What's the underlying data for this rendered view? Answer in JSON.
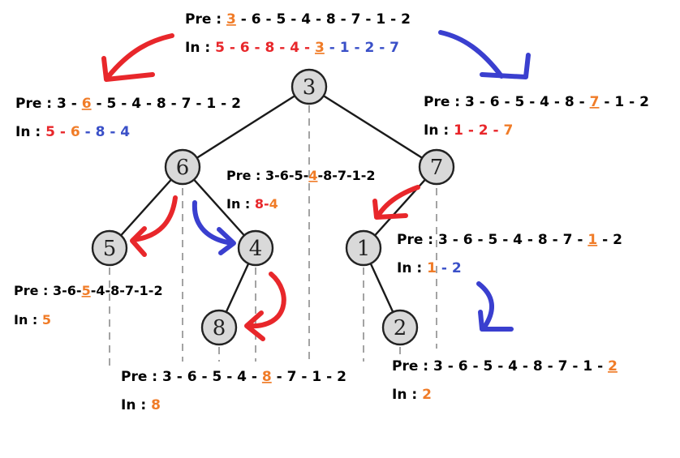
{
  "colors": {
    "highlight": "#f07c28",
    "left_subtree": "#e8272b",
    "right_subtree": "#3a50c8",
    "node_fill": "#d9d9d9",
    "text": "#000000"
  },
  "nodes": [
    "3",
    "6",
    "7",
    "5",
    "4",
    "1",
    "8",
    "2"
  ],
  "annotations": {
    "root": {
      "pre_prefix": "Pre : ",
      "pre_highlight": "3",
      "pre_rest": " - 6 - 5 - 4 - 8 - 7 - 1 - 2",
      "in_prefix": "In : ",
      "in_left": "5 - 6 - 8 - 4",
      "in_sep1": " - ",
      "in_root": "3",
      "in_sep2": " - ",
      "in_right": "1 - 2 - 7"
    },
    "n6": {
      "pre_before": "Pre : 3 - ",
      "pre_highlight": "6",
      "pre_after": " - 5 - 4 - 8 - 7 - 1 - 2",
      "in_prefix": "In : ",
      "in_left": "5",
      "in_sep1": " - ",
      "in_root": "6",
      "in_sep2": " - ",
      "in_right": "8 - 4"
    },
    "n7": {
      "pre_before": "Pre : 3 - 6 - 5 - 4 - 8 - ",
      "pre_highlight": "7",
      "pre_after": " - 1 - 2",
      "in_prefix": "In : ",
      "in_left": "1 - 2",
      "in_sep": " - ",
      "in_root": "7"
    },
    "n4": {
      "pre_before": "Pre : 3-6-5-",
      "pre_highlight": "4",
      "pre_after": "-8-7-1-2",
      "in_prefix": "In : ",
      "in_left": "8",
      "in_sep": "-",
      "in_root": "4"
    },
    "n1": {
      "pre_before": "Pre : 3 - 6 - 5 - 4 - 8 - 7 - ",
      "pre_highlight": "1",
      "pre_after": " - 2",
      "in_prefix": "In : ",
      "in_root": "1",
      "in_sep": " - ",
      "in_right": "2"
    },
    "n5": {
      "pre_before": "Pre : 3-6-",
      "pre_highlight": "5",
      "pre_after": "-4-8-7-1-2",
      "in_prefix": "In : ",
      "in_root": "5"
    },
    "n8": {
      "pre_before": "Pre : 3 - 6 - 5 - 4 - ",
      "pre_highlight": "8",
      "pre_after": " - 7 - 1 - 2",
      "in_prefix": "In : ",
      "in_root": "8"
    },
    "n2": {
      "pre_before": "Pre : 3 - 6 - 5 - 4 - 8 - 7 - 1 - ",
      "pre_highlight": "2",
      "in_prefix": "In : ",
      "in_root": "2"
    }
  }
}
